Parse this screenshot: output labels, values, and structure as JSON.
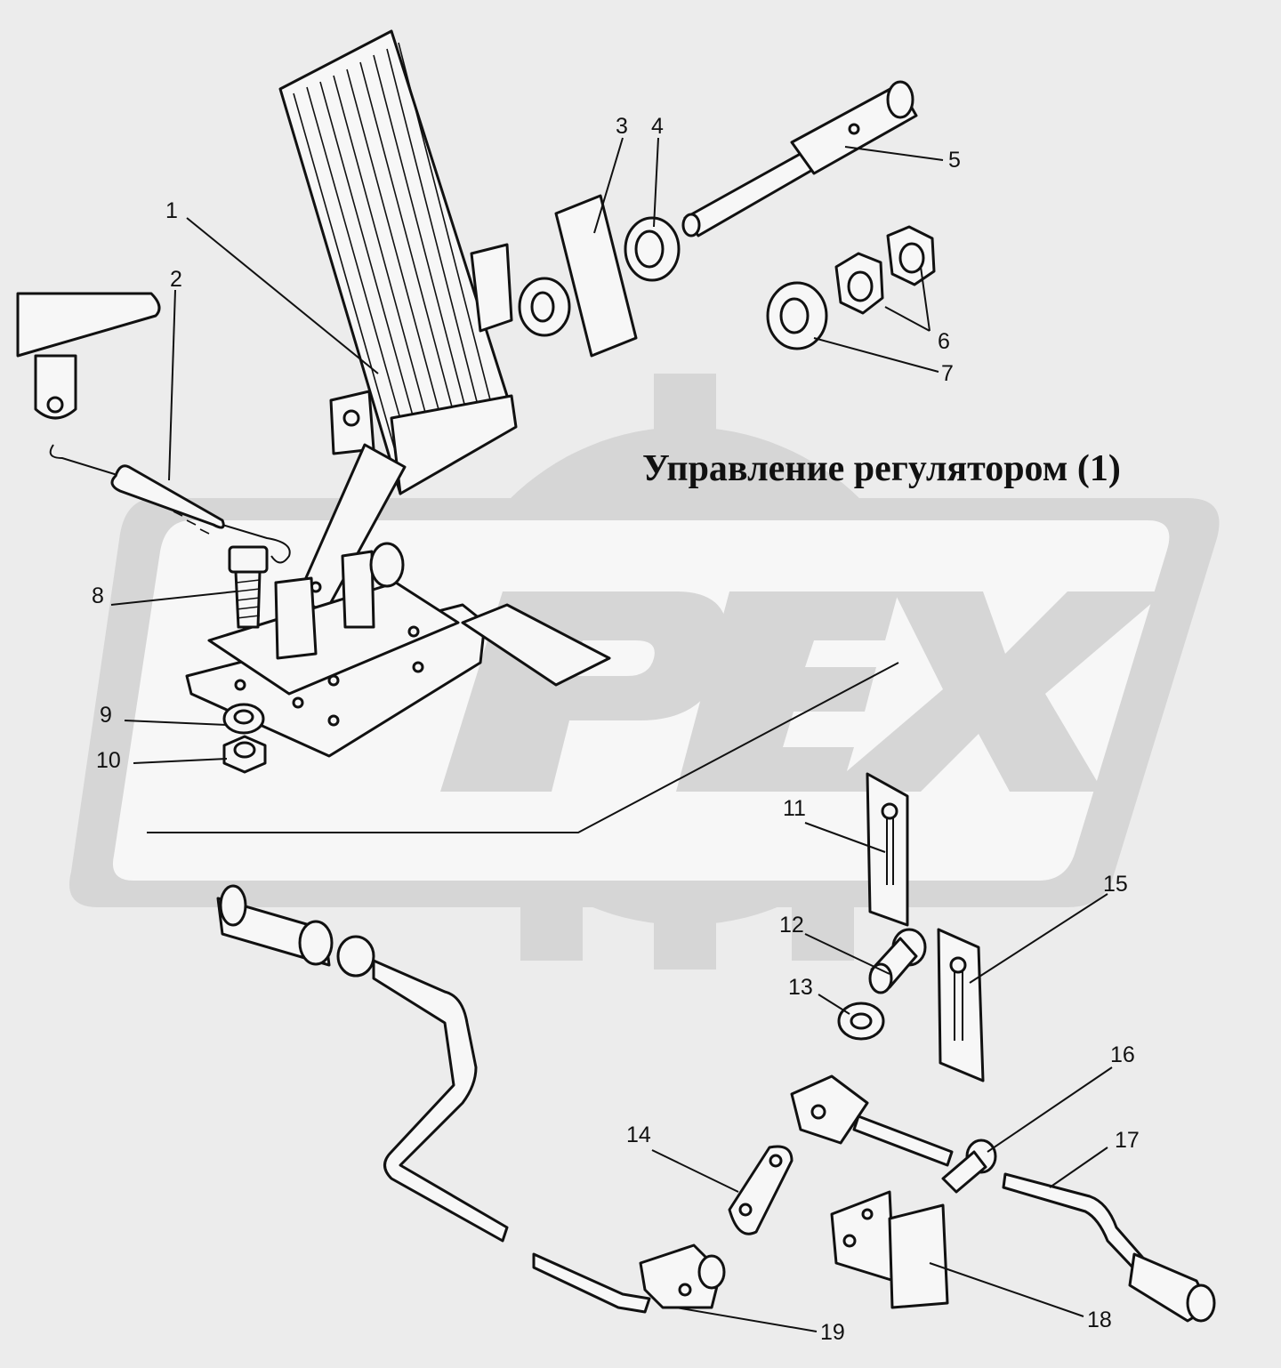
{
  "title": "Управление регулятором (1)",
  "watermark": {
    "text": "PEX"
  },
  "colors": {
    "background": "#ececec",
    "watermark": "#d6d6d6",
    "ink": "#111111"
  },
  "callouts": [
    {
      "number": "1"
    },
    {
      "number": "2"
    },
    {
      "number": "3"
    },
    {
      "number": "4"
    },
    {
      "number": "5"
    },
    {
      "number": "6"
    },
    {
      "number": "7"
    },
    {
      "number": "8"
    },
    {
      "number": "9"
    },
    {
      "number": "10"
    },
    {
      "number": "11"
    },
    {
      "number": "12"
    },
    {
      "number": "13"
    },
    {
      "number": "14"
    },
    {
      "number": "15"
    },
    {
      "number": "16"
    },
    {
      "number": "17"
    },
    {
      "number": "18"
    },
    {
      "number": "19"
    }
  ]
}
